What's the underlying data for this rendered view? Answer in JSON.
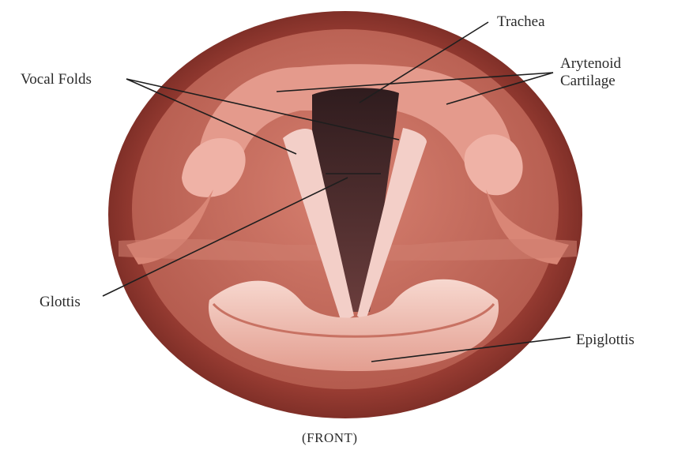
{
  "diagram": {
    "labels": {
      "trachea": "Trachea",
      "vocal_folds": "Vocal Folds",
      "arytenoid_line1": "Arytenoid",
      "arytenoid_line2": "Cartilage",
      "glottis": "Glottis",
      "epiglottis": "Epiglottis",
      "front": "(FRONT)"
    },
    "colors": {
      "outer_rim": "#7a2e26",
      "tissue": "#c66a5c",
      "tissue_light": "#e9a79a",
      "vocal_fold": "#f3cfc8",
      "trachea_dark": "#3c2527",
      "epiglottis": "#f0c2b7",
      "leader_line": "#1e1e1e"
    }
  }
}
